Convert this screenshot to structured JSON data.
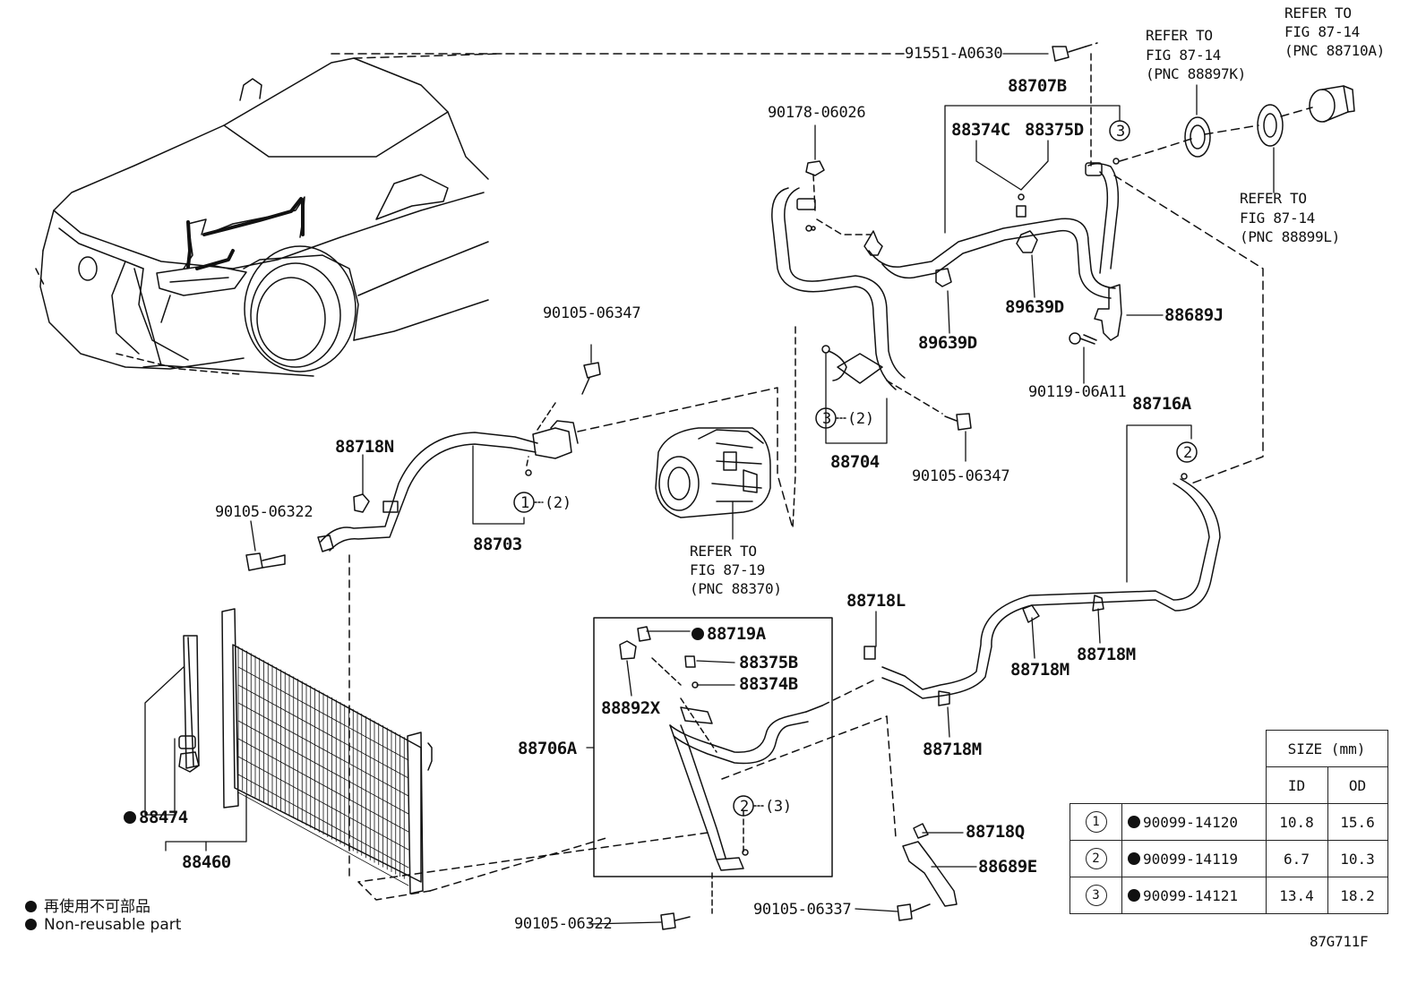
{
  "labels": {
    "p91551": "91551-A0630",
    "p88707B": "88707B",
    "p90178": "90178-06026",
    "p88374C": "88374C",
    "p88375D": "88375D",
    "ref_88897K_1": "REFER TO",
    "ref_88897K_2": "FIG 87-14",
    "ref_88897K_3": "(PNC 88897K)",
    "ref_88710A_1": "REFER TO",
    "ref_88710A_2": "FIG 87-14",
    "ref_88710A_3": "(PNC 88710A)",
    "ref_88899L_1": "REFER TO",
    "ref_88899L_2": "FIG 87-14",
    "ref_88899L_3": "(PNC 88899L)",
    "p89639D_a": "89639D",
    "p89639D_b": "89639D",
    "p88689J": "88689J",
    "p90119": "90119-06A11",
    "p88716A": "88716A",
    "p90105_06347_a": "90105-06347",
    "p90105_06347_b": "90105-06347",
    "p88704": "88704",
    "p88718N": "88718N",
    "p90105_06322_a": "90105-06322",
    "p88703": "88703",
    "ref_88370_1": "REFER TO",
    "ref_88370_2": "FIG 87-19",
    "ref_88370_3": "(PNC 88370)",
    "p88718L": "88718L",
    "p88719A": "88719A",
    "p88375B": "88375B",
    "p88374B": "88374B",
    "p88892X": "88892X",
    "p88706A": "88706A",
    "p88718M_a": "88718M",
    "p88718M_b": "88718M",
    "p88718M_c": "88718M",
    "p88718Q": "88718Q",
    "p88689E": "88689E",
    "p90105_06337": "90105-06337",
    "p90105_06322_b": "90105-06322",
    "p88474": "88474",
    "p88460": "88460",
    "qty_1": "(2)",
    "qty_2": "(2)",
    "qty_3": "(3)",
    "circle_1": "1",
    "circle_2a": "2",
    "circle_2b": "2",
    "circle_3a": "3",
    "circle_3b": "3"
  },
  "legend": {
    "jp": "再使用不可部品",
    "en": "Non-reusable part"
  },
  "size_table": {
    "header": "SIZE (mm)",
    "col_id": "ID",
    "col_od": "OD",
    "rows": [
      {
        "n": "1",
        "part": "90099-14120",
        "id": "10.8",
        "od": "15.6"
      },
      {
        "n": "2",
        "part": "90099-14119",
        "id": "6.7",
        "od": "10.3"
      },
      {
        "n": "3",
        "part": "90099-14121",
        "id": "13.4",
        "od": "18.2"
      }
    ]
  },
  "figure_code": "87G711F"
}
